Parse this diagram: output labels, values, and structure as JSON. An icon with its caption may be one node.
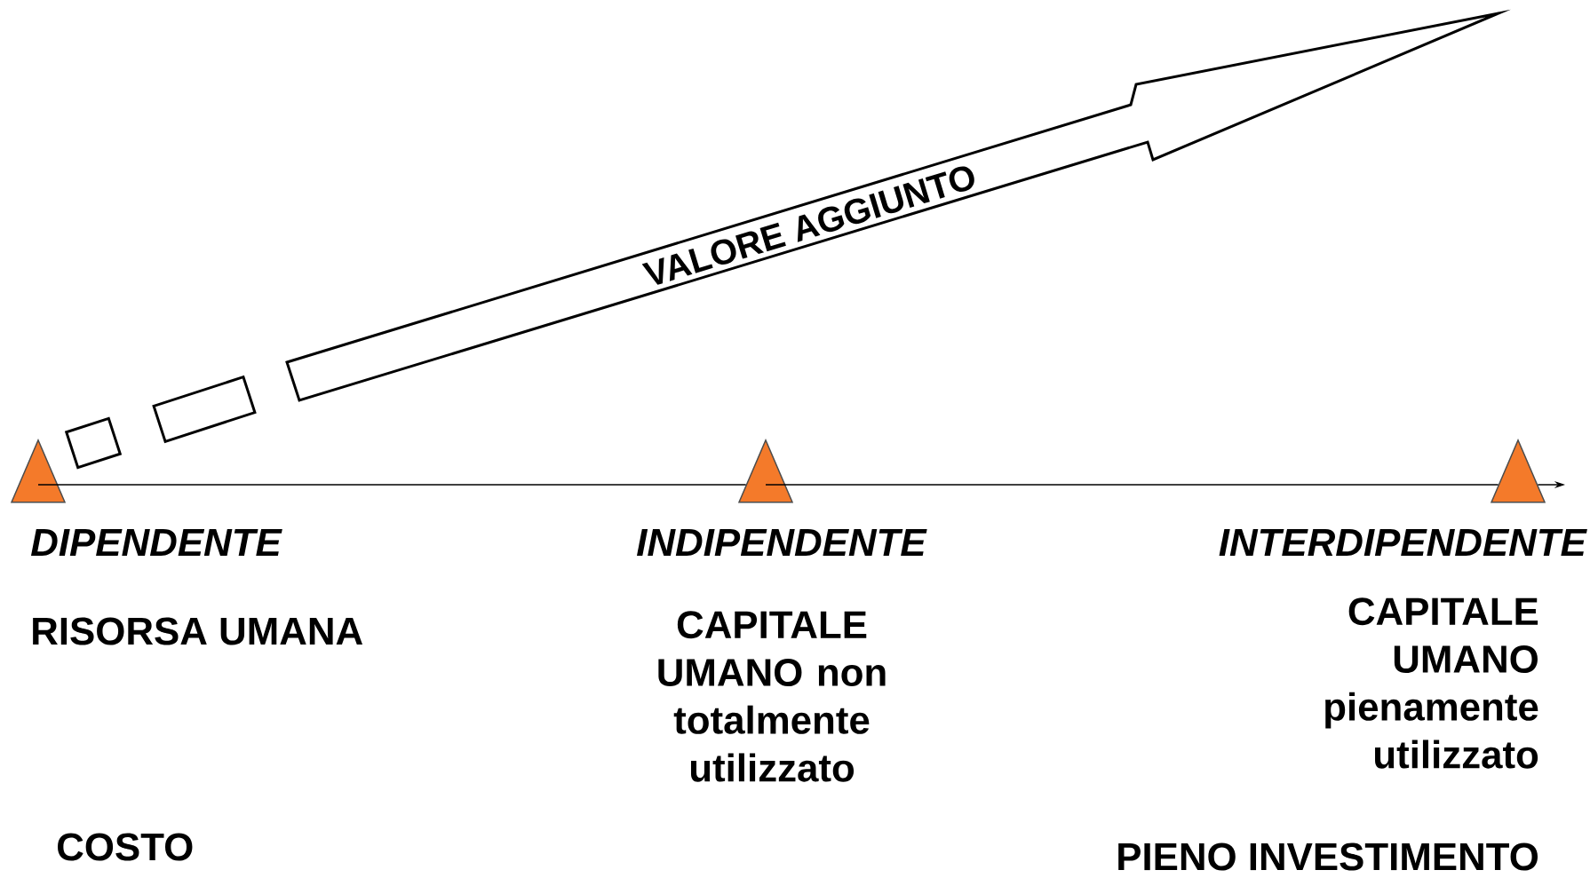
{
  "diagram": {
    "nodes": [
      {
        "text": [
          "VALORE AGGIUNTO"
        ]
      },
      {
        "text": [],
        "shape": "box"
      },
      {
        "text": [],
        "shape": "box"
      },
      {
        "text": [],
        "shape": "triangle",
        "beside": [
          "DIPENDENTE",
          "RISORSA UMANA"
        ]
      },
      {
        "text": [],
        "shape": "triangle",
        "beside": [
          "INDIPENDENTE",
          "CAPITALE UMANO non totalmente utilizzato"
        ]
      },
      {
        "text": [],
        "shape": "triangle",
        "beside": [
          "INTERDIPENDENTE",
          "CAPITALE UMANO pienamente utilizzato"
        ]
      }
    ],
    "labels": [
      "COSTO",
      "PIENO INVESTIMENTO"
    ],
    "edges": [
      {
        "from": 3,
        "to": 4,
        "arrow": "none"
      },
      {
        "from": 4,
        "to": 5,
        "arrow": "none"
      },
      {
        "from": 5,
        "to": null,
        "arrow": "to"
      }
    ]
  }
}
